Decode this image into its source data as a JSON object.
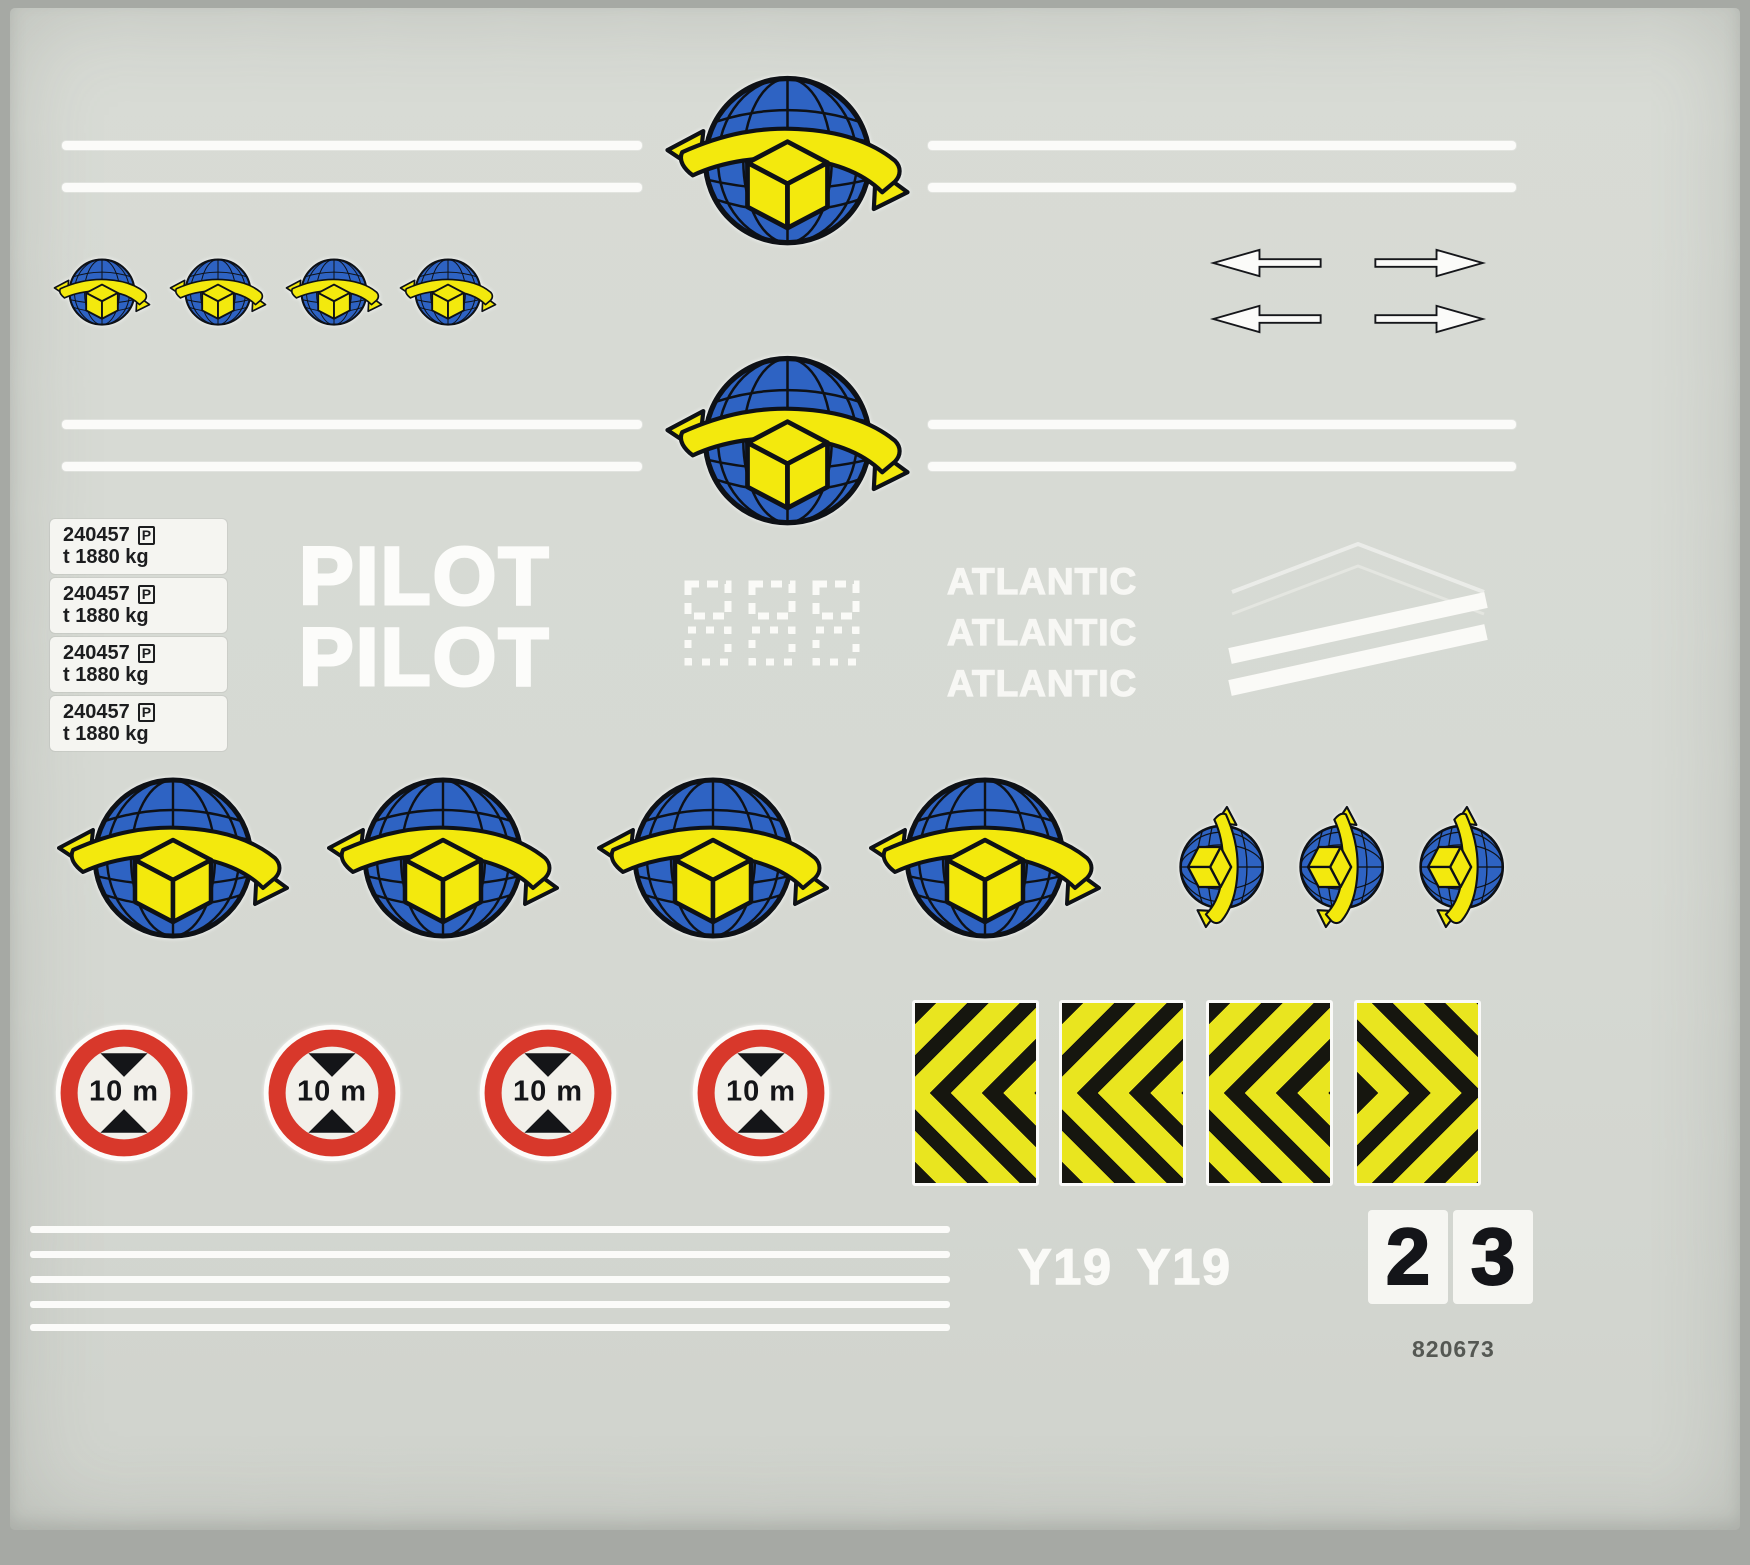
{
  "sheet": {
    "part_code": "820673"
  },
  "weight_labels": [
    {
      "number": "240457",
      "badge": "P",
      "weight": "t 1880 kg"
    },
    {
      "number": "240457",
      "badge": "P",
      "weight": "t 1880 kg"
    },
    {
      "number": "240457",
      "badge": "P",
      "weight": "t 1880 kg"
    },
    {
      "number": "240457",
      "badge": "P",
      "weight": "t 1880 kg"
    }
  ],
  "pilot": [
    "PILOT",
    "PILOT"
  ],
  "atlantic": [
    "ATLANTIC",
    "ATLANTIC",
    "ATLANTIC"
  ],
  "height_limit_signs": [
    "10 m",
    "10 m",
    "10 m",
    "10 m"
  ],
  "plates": [
    "Y19",
    "Y19"
  ],
  "number_digits": [
    "2",
    "3"
  ],
  "colors": {
    "globe_blue": "#2e63c3",
    "package_yellow": "#f3e90d",
    "sign_red": "#d8382b",
    "hazard_yellow": "#e9e51f",
    "hazard_black": "#16160f",
    "stripe_white": "#fbfbf9",
    "sheet_gray": "#d6d9d3"
  },
  "icons": {
    "globe_package_logo": "blue globe with yellow parcel and ribbon",
    "double_arrow_left": "white arrow pointing left",
    "double_arrow_right": "white arrow pointing right",
    "height_limit_sign": "red circular 10 m clearance sign",
    "hazard_chevron": "yellow and black chevron panel",
    "chevron_decal": "white diagonal chevron stripes",
    "load_gauge_pattern": "white dashed marker pattern"
  }
}
